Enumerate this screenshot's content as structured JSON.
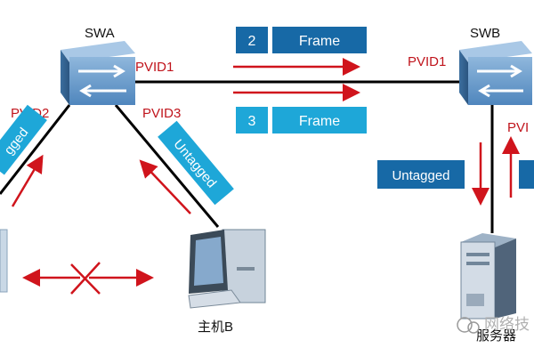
{
  "switches": {
    "left": "SWA",
    "right": "SWB"
  },
  "ports": {
    "swa_pvid1": "PVID1",
    "swa_pvid2": "PVID2",
    "swa_pvid3": "PVID3",
    "swb_pvid1": "PVID1",
    "swb_pvid_cut": "PVI"
  },
  "frames": [
    {
      "tag": "2",
      "label": "Frame",
      "tag_color": "#1769a6",
      "label_color": "#1769a6"
    },
    {
      "tag": "3",
      "label": "Frame",
      "tag_color": "#1ea7d8",
      "label_color": "#1ea7d8"
    }
  ],
  "labels": {
    "untagged_left": "gged",
    "untagged_host": "Untagged",
    "untagged_right": "Untagged"
  },
  "devices": {
    "host_b": "主机B",
    "server": "服务器"
  },
  "watermark": "网络技",
  "colors": {
    "arrow": "#d0141c",
    "link": "#000000",
    "tag_blue": "#1769a6",
    "tag_cyan": "#1ea7d8",
    "port_text": "#c0141c"
  }
}
